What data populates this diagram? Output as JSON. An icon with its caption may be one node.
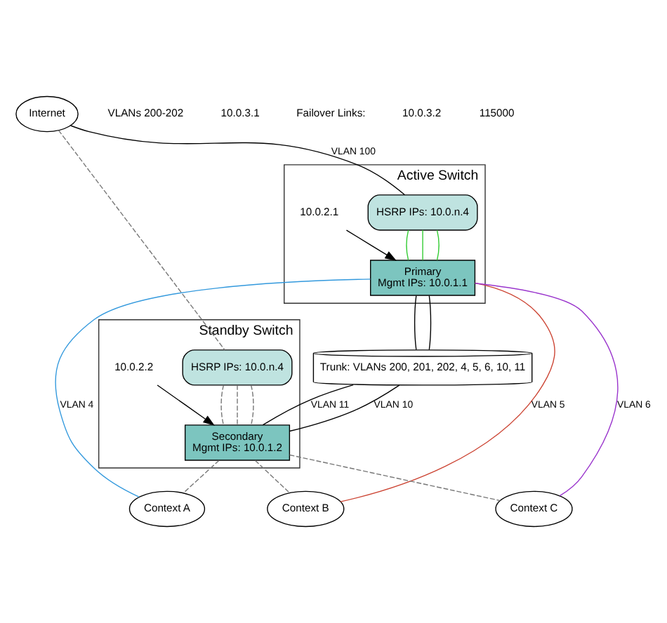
{
  "diagram": {
    "nodes": [
      {
        "text": [
          "Internet"
        ]
      },
      {
        "text": [
          "Active Switch"
        ]
      },
      {
        "text": [
          "HSRP IPs: 10.0.n.4"
        ],
        "in": 1
      },
      {
        "text": [
          "Primary",
          "Mgmt IPs: 10.0.1.1"
        ],
        "in": 1
      },
      {
        "text": [
          "Standby Switch"
        ]
      },
      {
        "text": [
          "HSRP IPs: 10.0.n.4"
        ],
        "in": 4
      },
      {
        "text": [
          "Secondary",
          "Mgmt IPs: 10.0.1.2"
        ],
        "in": 4
      },
      {
        "text": [
          "10.0.2.2"
        ],
        "in": 4
      },
      {
        "text": [
          "Trunk: VLANs 200, 201, 202, 4, 5, 6, 10, 11"
        ]
      },
      {
        "text": [
          "Context A"
        ]
      },
      {
        "text": [
          "Context B"
        ]
      },
      {
        "text": [
          "Context C"
        ]
      },
      {
        "text": [
          "10.0.2.1"
        ],
        "in": 1
      }
    ],
    "edges": [
      {
        "from": 0,
        "to": 2,
        "arrow": "none",
        "label": "VLAN 100"
      },
      {
        "from": 0,
        "to": 5,
        "arrow": "none",
        "style": "dashed",
        "color": "#777777"
      },
      {
        "from": 2,
        "to": 3,
        "arrow": "none",
        "color": "#33cc33"
      },
      {
        "from": 2,
        "to": 3,
        "arrow": "none",
        "color": "#33cc33"
      },
      {
        "from": 2,
        "to": 3,
        "arrow": "none",
        "color": "#33cc33"
      },
      {
        "from": 5,
        "to": 6,
        "arrow": "none",
        "style": "dashed",
        "color": "#777777"
      },
      {
        "from": 5,
        "to": 6,
        "arrow": "none",
        "style": "dashed",
        "color": "#777777"
      },
      {
        "from": 5,
        "to": 6,
        "arrow": "none",
        "style": "dashed",
        "color": "#777777"
      },
      {
        "from": 3,
        "to": 8,
        "arrow": "none"
      },
      {
        "from": 3,
        "to": 8,
        "arrow": "none"
      },
      {
        "from": 8,
        "to": 6,
        "arrow": "none",
        "label": "VLAN 10"
      },
      {
        "from": 8,
        "to": 6,
        "arrow": "none",
        "label": "VLAN 11"
      },
      {
        "from": 3,
        "to": 9,
        "arrow": "none",
        "label": "VLAN 4",
        "color": "#3399dd"
      },
      {
        "from": 3,
        "to": 10,
        "arrow": "none",
        "label": "VLAN 5",
        "color": "#cc4433"
      },
      {
        "from": 3,
        "to": 11,
        "arrow": "none",
        "label": "VLAN 6",
        "color": "#9933cc"
      },
      {
        "from": 6,
        "to": 9,
        "arrow": "none",
        "style": "dashed",
        "color": "#777777"
      },
      {
        "from": 6,
        "to": 10,
        "arrow": "none",
        "style": "dashed",
        "color": "#777777"
      },
      {
        "from": 6,
        "to": 11,
        "arrow": "none",
        "style": "dashed",
        "color": "#777777"
      },
      {
        "from": 12,
        "to": 3,
        "arrow": "to"
      },
      {
        "from": 7,
        "to": 6,
        "arrow": "to"
      }
    ],
    "labels": [
      "VLANs 200-202",
      "10.0.3.1",
      "Failover Links:",
      "10.0.3.2",
      "115000"
    ]
  }
}
